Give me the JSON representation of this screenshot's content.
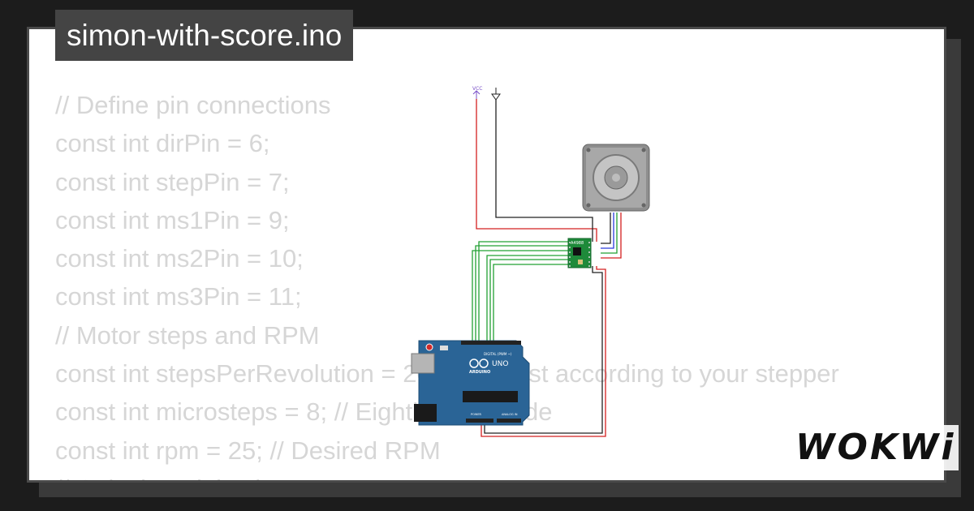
{
  "title": "simon-with-score.ino",
  "code_lines": [
    "// Define pin connections",
    "const int dirPin = 6;",
    "const int stepPin = 7;",
    "const int ms1Pin = 9;",
    "const int ms2Pin = 10;",
    "const int ms3Pin = 11;",
    "// Motor steps and RPM",
    "const int stepsPerRevolution = 200; // Adjust according to your stepper",
    "const int microsteps = 8; // Eighth-step mode",
    "const int rpm = 25; // Desired RPM",
    "// Calculate delay between steps"
  ],
  "diagram": {
    "vcc_label": "VCC",
    "driver_label": "A4988",
    "board_label": "UNO",
    "board_brand": "ARDUINO",
    "digital_label": "DIGITAL (PWM ~)",
    "analog_label": "ANALOG IN",
    "power_label": "POWER"
  },
  "brand": "WOKWi",
  "colors": {
    "background": "#1c1c1c",
    "card": "#ffffff",
    "title_bg": "#444444",
    "code_text": "#d6d6d6",
    "arduino_blue": "#2a6496",
    "driver_green": "#1e8a3a",
    "wire_red": "#d42020",
    "wire_green": "#22a033"
  }
}
